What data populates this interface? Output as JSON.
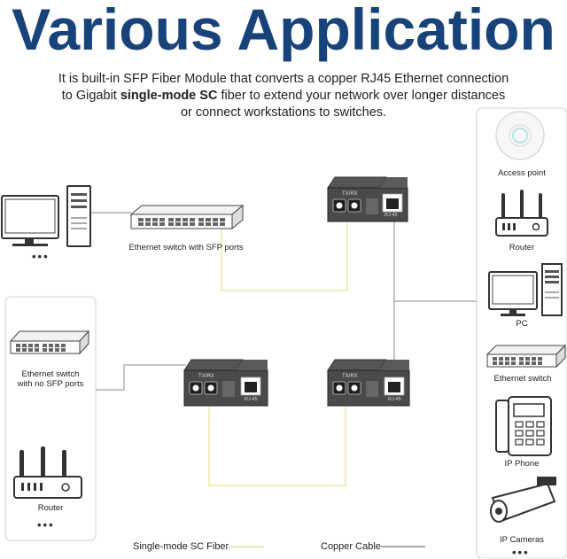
{
  "title": "Various Application",
  "description": {
    "line1": "It is built-in SFP Fiber Module that converts a copper RJ45 Ethernet connection",
    "line2_a": "to Gigabit ",
    "line2_bold": "single-mode SC",
    "line2_b": " fiber to extend your network over longer distances",
    "line3": "or connect workstations to switches."
  },
  "devices": {
    "switch_sfp": "Ethernet switch with SFP ports",
    "switch_no_sfp_1": "Ethernet switch",
    "switch_no_sfp_2": "with no SFP ports",
    "router_left": "Router",
    "access_point": "Access point",
    "router_right": "Router",
    "pc": "PC",
    "ethernet_switch": "Ethernet switch",
    "ip_phone": "IP Phone",
    "ip_cameras": "IP Cameras",
    "dots": "•••"
  },
  "converter": {
    "txrx": "TX/RX",
    "port": "RJ-45"
  },
  "legend": {
    "fiber": "Single-mode SC Fiber",
    "copper": "Copper Cable"
  },
  "colors": {
    "title": "#18427a",
    "fiber_line": "#e8e49a",
    "copper_line": "#888888"
  }
}
